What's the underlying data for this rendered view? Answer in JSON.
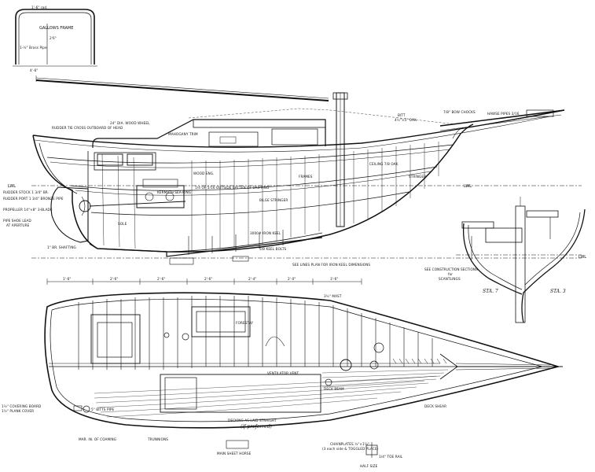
{
  "gallows": {
    "title": "GALLOWS FRAME",
    "dim_top": "1'-6\" rad.",
    "dim_left": "1-½\" Brass Pipe",
    "dim_mid": "2'6\"",
    "dim_base": "4'-6\""
  },
  "profile": {
    "lwl_left": "LWL",
    "lwl_right": "LWL",
    "labels": {
      "rudder_tie": "RUDDER TIE CROSS OUTBOARD OF HEAD",
      "wheel": "24\" DIA. WOOD WHEEL",
      "mahogany": "MAHOGANY TRIM",
      "bitt": "BITT",
      "bitt_dim": "4½\"×5\" OAK",
      "bow_chocks": "7/8\" BOW CHOCKS",
      "hawse": "HAWSE PIPES 3/16",
      "ceiling": "CEILING 7/8 OAK",
      "stringer": "STRINGER",
      "wood_eng": "WOOD ENG.",
      "kermath": "KERMATH SEA-KING",
      "bilge": "BILGE STRINGER",
      "dripping": "1/4 OF 5/16 OUTSIDE BATTEN OF DRIPPING",
      "frames": "FRAMES",
      "ballast": "3000# IRON KEEL",
      "keel_bolts": "5/8 KEEL BOLTS",
      "lines_plan": "SEE LINES PLAN FOR IRON KEEL DIMENSIONS",
      "rudder_stock": "RUDDER STOCK 1 3/4\" BR.",
      "rudder_port": "RUDDER PORT 1 3/4\" BRONZE PIPE",
      "propeller": "PROPELLER 14\"×8\" 3-BLADE",
      "pipe_shoe": "PIPE SHOE LEAD",
      "at_aperture": "AT APERTURE",
      "shafting": "1\" BR. SHAFTING",
      "sole": "SOLE"
    }
  },
  "sections": {
    "caption_line1": "SEE CONSTRUCTION SECTIONS",
    "caption_line2": "for",
    "caption_line3": "SCANTLINGS",
    "station_a": "STA. 7",
    "station_b": "STA. 3",
    "lwl": "LWL"
  },
  "plan": {
    "dims": [
      "1'-6\"",
      "2'-6\"",
      "2'-6\"",
      "2'-6\"",
      "2'-4\"",
      "2'-0\"",
      "3'-6\""
    ],
    "labels": {
      "mast": "3½\" MAST",
      "deck_note_1": "DECKING AS LAID STRAIGHT",
      "deck_note_2": "(if preferred)",
      "covering_board": "1½\" COVERING BOARD",
      "plank_cover": "1½\" PLANK COVER",
      "ventilator": "5\" BITTS PIPE",
      "sheer_strake": "MAR. IN. OF COAMING",
      "hatch": "VENTILATOR VENT",
      "stanchion": "DECK BEAM",
      "trim": "TRUNNIONS",
      "main_sheet": "MAIN SHEET HORSE",
      "foredeck": "DECK SHEAR",
      "chainplates_1": "CHAINPLATES ½\"×1¼\"",
      "chainplates_2": "(3 each side & TOGGLED PLACE)",
      "toe": "1/4\" TOE RAIL",
      "bolt_half": "HALF SIZE",
      "forestay": "FORESTAY"
    }
  }
}
